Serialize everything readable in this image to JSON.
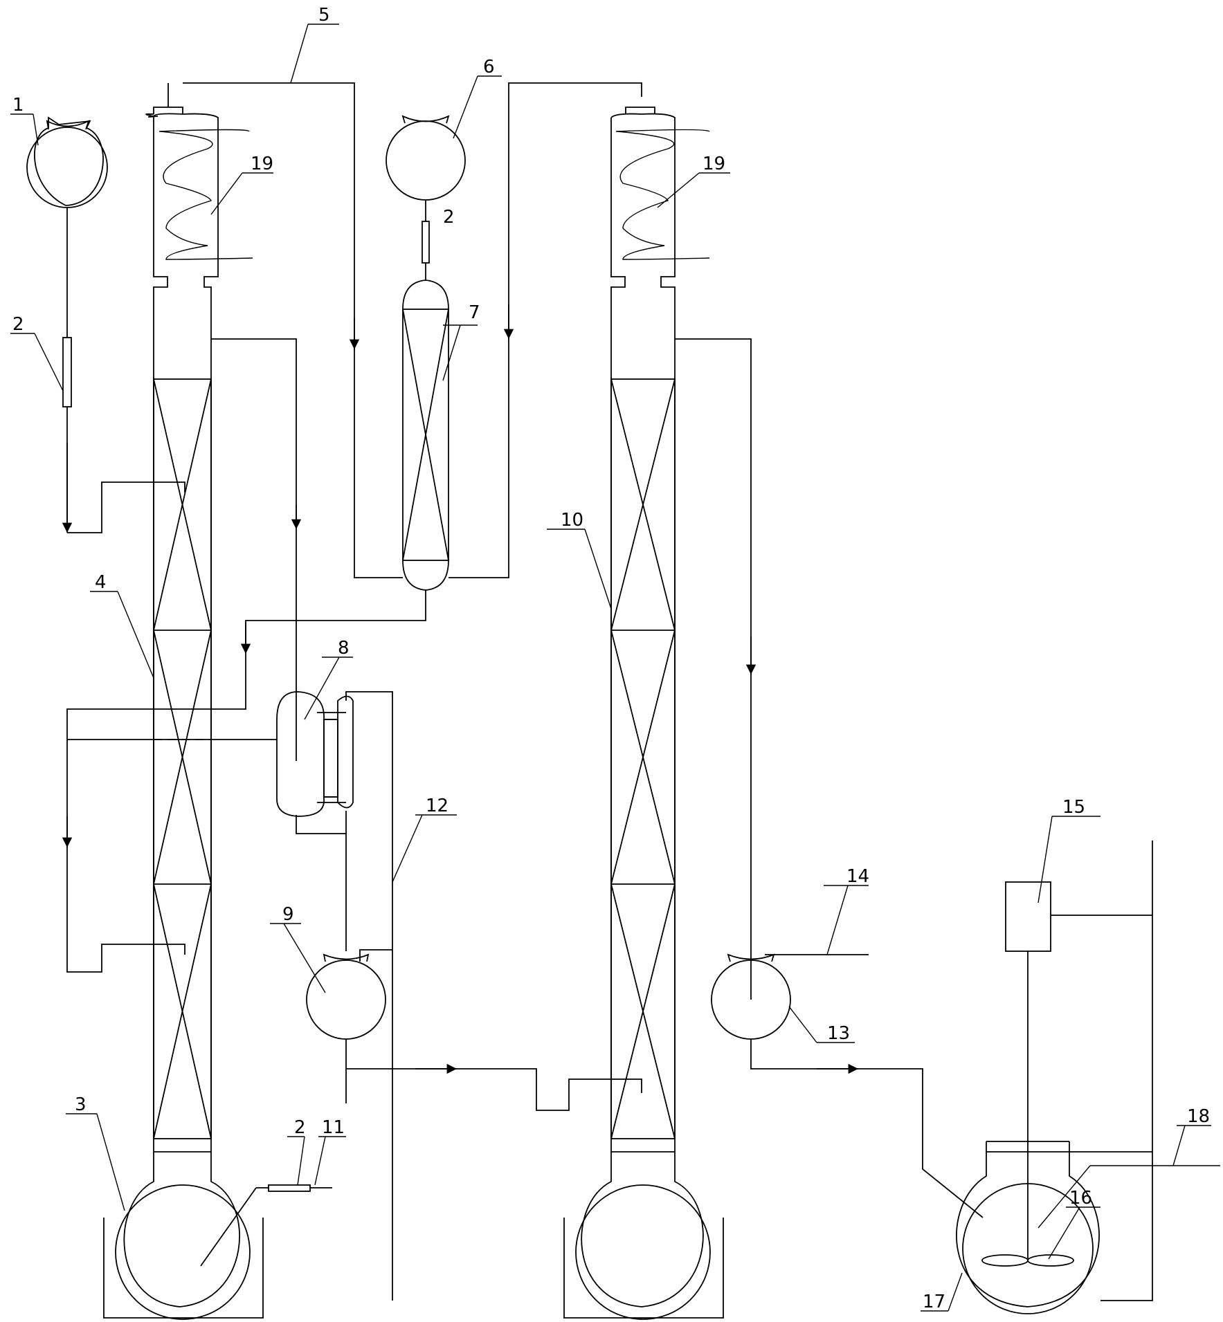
{
  "labels": {
    "l1": "1",
    "l2a": "2",
    "l2b": "2",
    "l2c": "2",
    "l3": "3",
    "l4": "4",
    "l5": "5",
    "l6": "6",
    "l7": "7",
    "l8": "8",
    "l9": "9",
    "l10": "10",
    "l11": "11",
    "l12": "12",
    "l13": "13",
    "l14": "14",
    "l15": "15",
    "l16": "16",
    "l17": "17",
    "l18": "18",
    "l19a": "19",
    "l19b": "19"
  },
  "colors": {
    "stroke": "#000000",
    "background": "#ffffff"
  }
}
